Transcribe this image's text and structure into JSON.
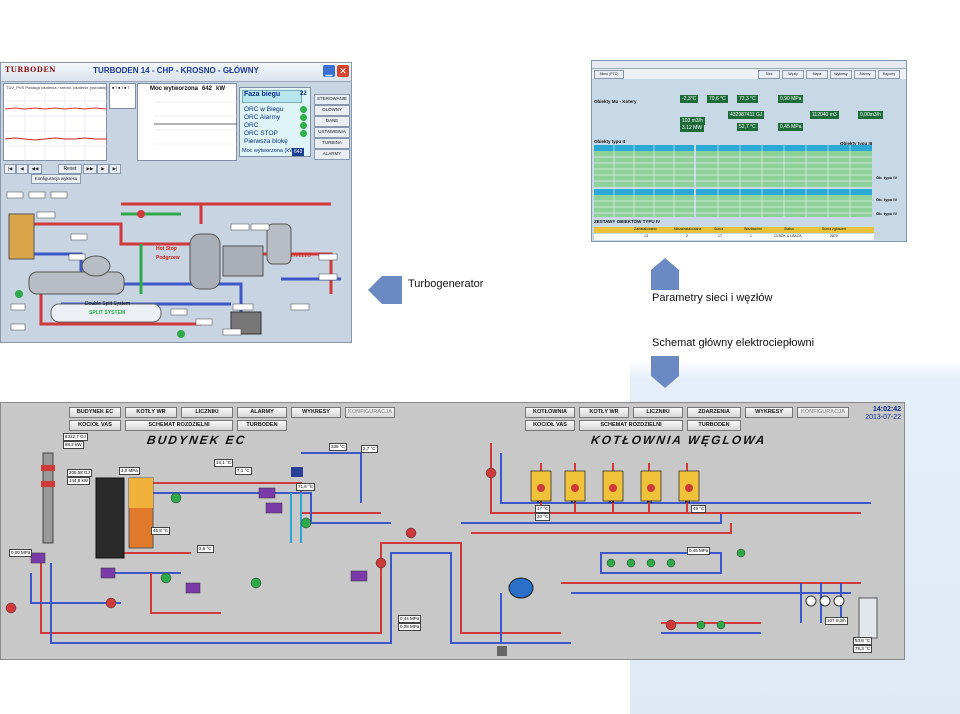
{
  "colors": {
    "accent_blue": "#1b3a9a",
    "pipe_red": "#d03a3a",
    "pipe_blue": "#3b57c9",
    "pipe_green": "#2fa84a",
    "panel_bg": "#c9d4e2"
  },
  "window1": {
    "title": "TURBODEN 14 - CHP - KROSNO - GŁÓWNY",
    "logo": "TURBODEN",
    "trend_header": "TUV_PVS Podacja ciśnienia / średni, ciśnienie (ośrodek)",
    "power_label": "Moc wytworzona",
    "power_value": "642",
    "power_unit": "kW",
    "phase_label": "Faza biegu",
    "phase_value": "22",
    "status_rows": [
      "ORC w Biegu",
      "ORC Alarmy",
      "ORC",
      "ORC STOP",
      "Pierwsza blokę"
    ],
    "power_row_label": "Moc wytworzona (kW)",
    "power_row_value": "643",
    "side_buttons": [
      "STEROWANIE",
      "GŁÓWNY",
      "DANE HISTORYCZNE",
      "USTAWIENIA",
      "TURBINA",
      "ALARMY"
    ],
    "controls": [
      "Reset"
    ],
    "config_button": "Konfiguracja wykresu",
    "labels": [
      "Hot Stop",
      "Podgrzew",
      "Double Split System",
      "SPLIT SYSTEM",
      "LIVELLO"
    ],
    "nav_arrows": [
      "|◀",
      "◀",
      "◀◀",
      "▶▶",
      "▶",
      "▶|"
    ]
  },
  "window2": {
    "tabs": [
      "Mimo (PTC)",
      "Sieć",
      "Węzły",
      "Mapa",
      "Wykresy",
      "Alarmy",
      "Raporty"
    ],
    "heading_left": "Obiekty Mu - Kotery",
    "heading_table_a": "Obiekty typu II",
    "heading_table_b": "Obiekty typu III",
    "footer_title": "ZESTAWY OBIEKTÓW TYPU IV",
    "readouts": [
      "-2,3°C",
      "70,6 °C",
      "72,3 °C",
      "0,90 MPa",
      "432987411 GJ",
      "112040 m3",
      "0,00m3/h",
      "103 m3/h",
      "3.12 MW",
      "52,7 °C",
      "0,45 MPa"
    ],
    "footer_headers": [
      "Zainstalowano",
      "Niezainstalowane",
      "Suma",
      "Wezłów/mn",
      "Status",
      "Suma zgłoszeń"
    ],
    "footer_values": [
      "13",
      "2",
      "17",
      "1",
      "CLBOK & LAACA",
      "2870"
    ],
    "row_labels": [
      "Ob. typu IV",
      "Ob. typu IV",
      "Ob. typu IV"
    ]
  },
  "callouts": {
    "turbogenerator": "Turbogenerator",
    "network": "Parametry sieci i węzłów",
    "main_scheme": "Schemat główny elektrociepłowni"
  },
  "scada": {
    "nav_left_row1": [
      "BUDYNEK EC",
      "KOTŁY WR",
      "LICZNIKI",
      "ALARMY",
      "WYKRESY",
      "KONFIGURACJA"
    ],
    "nav_left_row2": [
      "KOCIOŁ VAS",
      "SCHEMAT ROZDZIELNI",
      "TURBODEN"
    ],
    "nav_right_row1": [
      "KOTŁOWNIA",
      "KOTŁY WR",
      "LICZNIKI",
      "ZDARZENIA",
      "WYKRESY",
      "KONFIGURACJA"
    ],
    "nav_right_row2": [
      "KOCIOŁ VAS",
      "SCHEMAT ROZDZIELNI",
      "TURBODEN"
    ],
    "title_left": "BUDYNEK EC",
    "title_right": "KOTŁOWNIA WĘGLOWA",
    "time": "14:02:42",
    "date": "2013-07-22",
    "boiler_labels": [
      "K1",
      "K2",
      "K3",
      "K4",
      "K5"
    ],
    "readouts": [
      "8322,7 GJ",
      "88,2 kW",
      "205,58 GJ",
      "144,8 kW",
      "3,0 MPa",
      "14,1 °C",
      "7,1 °C",
      "71,6 °C",
      "335 °C",
      "2,7 °C",
      "0,00 MPa",
      "17 °C",
      "20 °C",
      "49 °C",
      "2,6 °C",
      "45,8 °C",
      "0,44 MPa",
      "0,08 MPa",
      "107 m3/h",
      "53,8 °C",
      "78,3 °C",
      "0,45 MPa"
    ]
  }
}
